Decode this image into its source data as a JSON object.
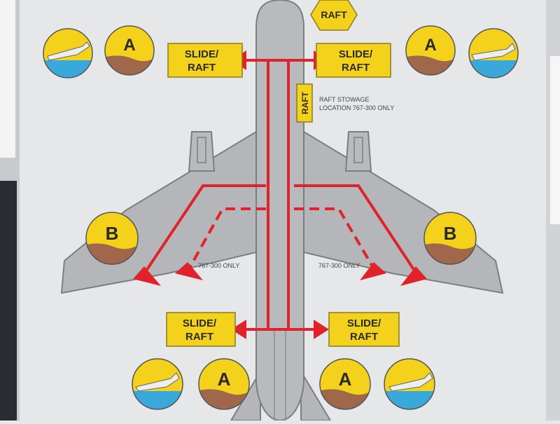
{
  "labels": {
    "raft_top": "RAFT",
    "slide_line1": "SLIDE/",
    "slide_line2": "RAFT",
    "raft_vertical": "RAFT",
    "stowage_line1": "RAFT STOWAGE",
    "stowage_line2": "LOCATION 767-300 ONLY",
    "only_767_300": "767-300 ONLY",
    "badge_a": "A",
    "badge_b": "B"
  },
  "colors": {
    "wall": "#e6e7e9",
    "fuselage": "#b9babd",
    "wing": "#b5b6b9",
    "outline": "#7d7e82",
    "route_red": "#e0232a",
    "sign_yellow": "#f4d21c",
    "sign_text": "#2a2a2a",
    "sea": "#39a9dc",
    "land": "#a0674a"
  },
  "icons": [
    "airplane-on-water-icon",
    "airplane-on-ground-icon"
  ]
}
